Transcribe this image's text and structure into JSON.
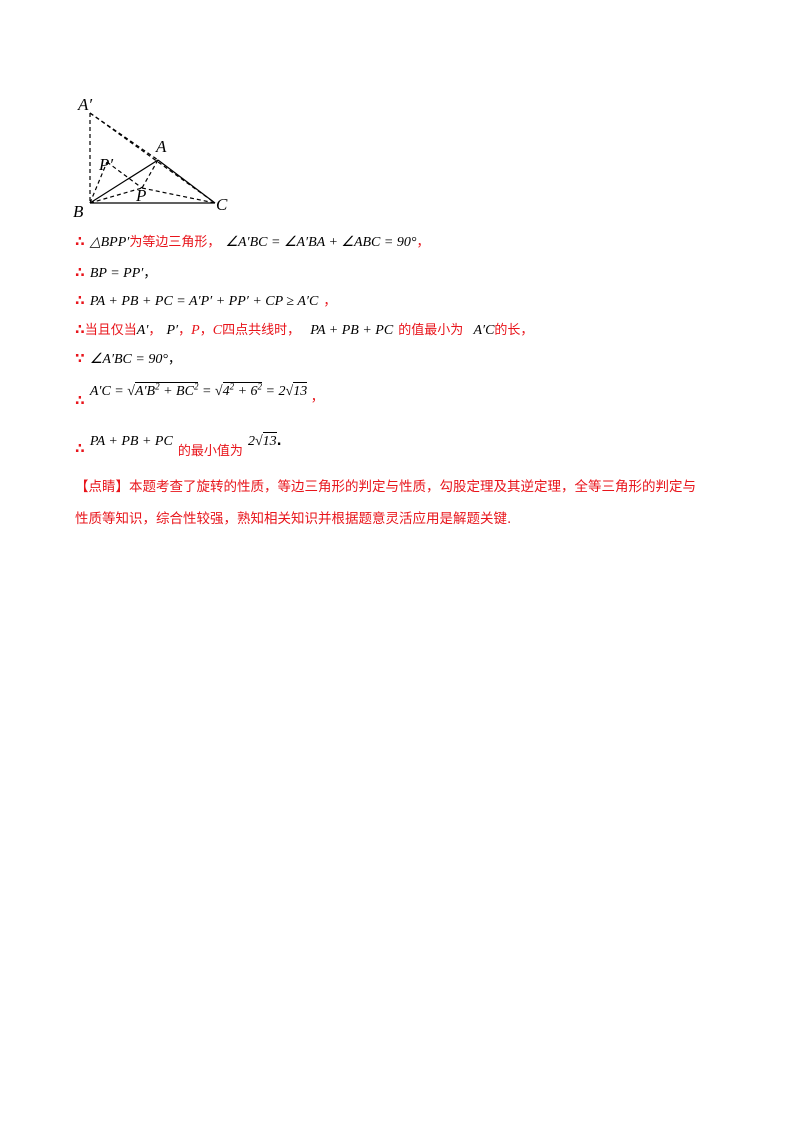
{
  "figure": {
    "labels": {
      "a_prime": "A′",
      "p_prime": "P′",
      "a": "A",
      "p": "P",
      "b": "B",
      "c": "C"
    }
  },
  "lines": {
    "l1": {
      "symbol": "∴",
      "math1": "△BPP′",
      "text1": "为等边三角形，",
      "math2": "∠A′BC = ∠A′BA + ∠ABC = 90°",
      "text2": "，"
    },
    "l2": {
      "symbol": "∴",
      "math1": "BP = PP′",
      "text1": "，"
    },
    "l3": {
      "symbol": "∴",
      "math1": "PA + PB + PC = A′P′ + PP′ + CP ≥ A′C",
      "text1": "，"
    },
    "l4": {
      "symbol": "∴",
      "text1": "当且仅当",
      "math1": "A′",
      "text2": "，",
      "math2": "P′",
      "text3": "，",
      "math3": "P",
      "text4": "，",
      "math4": "C",
      "text5": "四点共线时，",
      "math5": "PA + PB + PC",
      "text6": "的值最小为",
      "math6": "A′C",
      "text7": "的长，"
    },
    "l5": {
      "symbol": "∵",
      "math1": "∠A′BC = 90°",
      "text1": "，"
    },
    "l6": {
      "symbol": "∴",
      "math1a": "A′C =",
      "math1b": "A′B",
      "sup1": "2",
      "math1c": " + BC",
      "sup2": "2",
      "math1d": " =",
      "math1e": "4",
      "sup3": "2",
      "math1f": " + 6",
      "sup4": "2",
      "math1g": " = 2",
      "math1h": "13",
      "text1": "，"
    },
    "l7": {
      "symbol": "∴",
      "math1": "PA + PB + PC",
      "text1": "的最小值为",
      "math2a": "2",
      "math2b": "13",
      "text2": "."
    }
  },
  "note": {
    "line1": "【点睛】本题考查了旋转的性质，等边三角形的判定与性质，勾股定理及其逆定理，全等三角形的判定与",
    "line2": "性质等知识，综合性较强，熟知相关知识并根据题意灵活应用是解题关键."
  }
}
